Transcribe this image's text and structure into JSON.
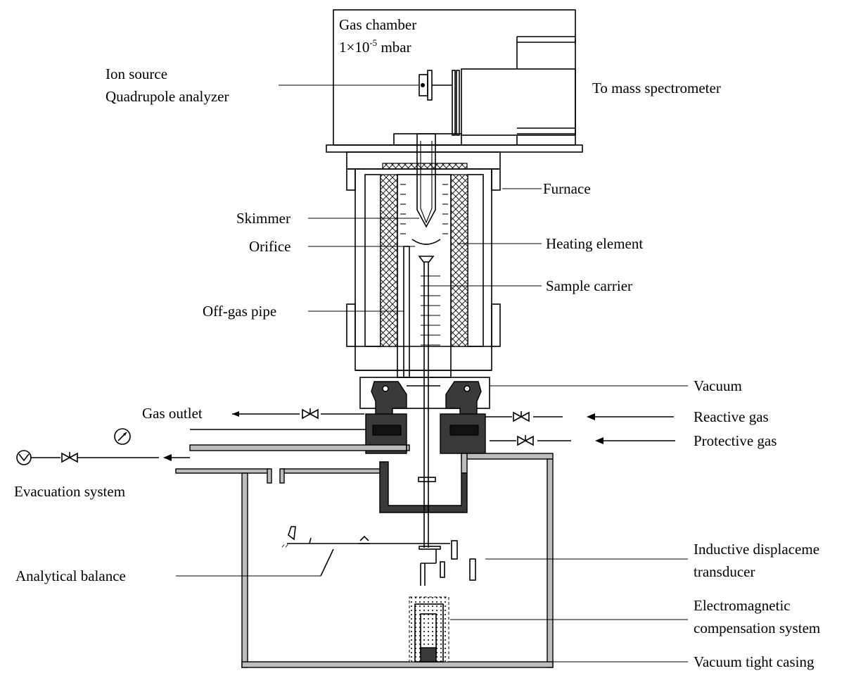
{
  "labels": {
    "gas_chamber": "Gas chamber",
    "pressure_base": "1×10",
    "pressure_exp": "-5",
    "pressure_unit": " mbar",
    "ion_source": "Ion source",
    "quadrupole": "Quadrupole analyzer",
    "mass_spec": "To mass spectrometer",
    "furnace": "Furnace",
    "skimmer": "Skimmer",
    "orifice": "Orifice",
    "heating_element": "Heating element",
    "sample_carrier": "Sample carrier",
    "off_gas_pipe": "Off-gas pipe",
    "vacuum": "Vacuum",
    "gas_outlet": "Gas outlet",
    "reactive_gas": "Reactive gas",
    "protective_gas": "Protective gas",
    "evacuation_system": "Evacuation system",
    "inductive_line1": "Inductive displaceme",
    "inductive_line2": "transducer",
    "analytical_balance": "Analytical balance",
    "electromagnetic_line1": "Electromagnetic",
    "electromagnetic_line2": "compensation system",
    "vacuum_casing": "Vacuum tight casing"
  }
}
